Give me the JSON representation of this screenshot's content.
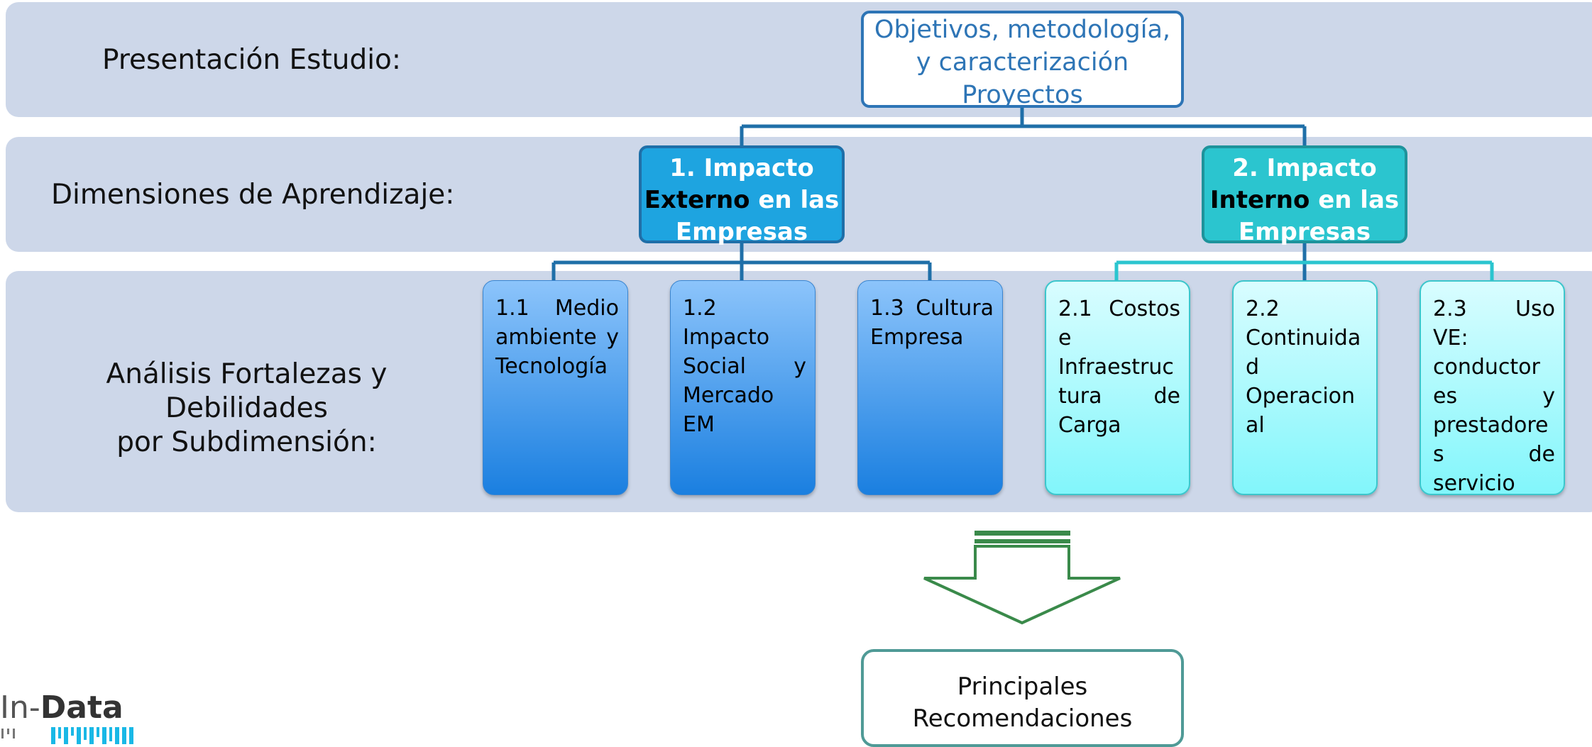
{
  "bands": {
    "presentacion_label": "Presentación Estudio:",
    "dimensiones_label": "Dimensiones de Aprendizaje:",
    "analisis_label_line1": "Análisis Fortalezas y Debilidades",
    "analisis_label_line2": "por Subdimensión:"
  },
  "top_box": {
    "line1": "Objetivos, metodología,",
    "line2": "y caracterización",
    "line3": "Proyectos"
  },
  "dimensions": {
    "externo": {
      "line1": "1. Impacto",
      "bold_word": "Externo",
      "rest": " en las",
      "line3": "Empresas"
    },
    "interno": {
      "line1": "2. Impacto",
      "bold_word": "Interno",
      "rest": " en las",
      "line3": "Empresas"
    }
  },
  "subdimensions": {
    "s11": [
      "1.1 Medio",
      "ambiente y",
      "Tecnología"
    ],
    "s12": [
      "1.2",
      "Impacto",
      "Social y",
      "Mercado",
      "EM"
    ],
    "s13": [
      "1.3 Cultura",
      "Empresa"
    ],
    "s21": [
      "2.1 Costos",
      "e",
      "Infraestruc",
      "tura de",
      "Carga"
    ],
    "s22": [
      "2.2",
      "Continuida",
      "d",
      "Operacion",
      "al"
    ],
    "s23": [
      "2.3 Uso VE:",
      "conductor",
      "es y",
      "prestadore",
      "s de",
      "servicio"
    ]
  },
  "recommendations": {
    "line1": "Principales",
    "line2": "Recomendaciones"
  },
  "logo": {
    "text_prefix": "In-",
    "text_bold": "Data"
  },
  "colors": {
    "band": "#cdd7e9",
    "top_border": "#2e75b6",
    "externo": "#1ea4e0",
    "interno": "#2bc5cf",
    "arrow": "#3a8a4a",
    "rec_border": "#4f9a96"
  }
}
